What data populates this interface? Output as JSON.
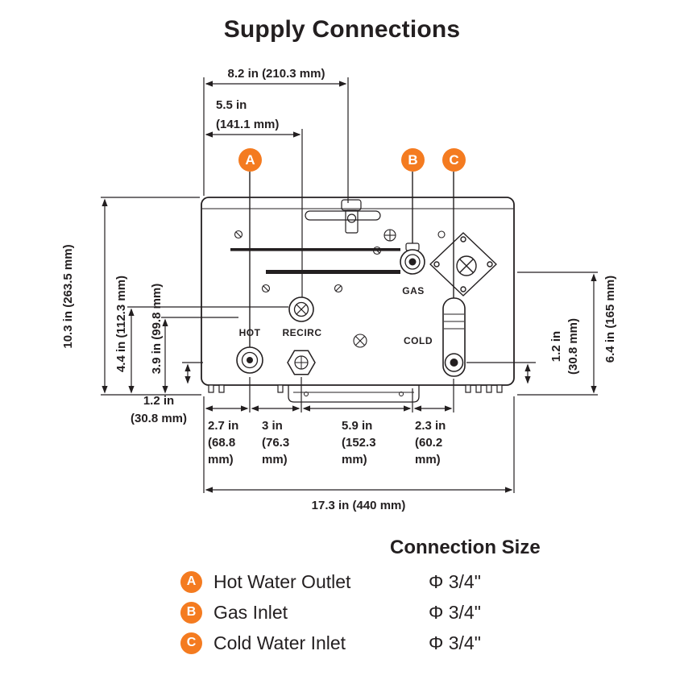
{
  "title": "Supply Connections",
  "colors": {
    "accent": "#F47B20",
    "ink": "#231F20"
  },
  "dims": {
    "top_width": "8.2 in (210.3 mm)",
    "recirc_offset": "5.5 in\n(141.1 mm)",
    "total_height": "10.3 in (263.5 mm)",
    "recirc_height": "4.4 in (112.3 mm)",
    "hot_height": "3.9 in (99.8 mm)",
    "hot_bottom": "1.2 in\n(30.8 mm)",
    "gas_height": "6.4 in (165 mm)",
    "cold_bottom": "1.2 in\n(30.8 mm)",
    "edge_to_hot": "2.7 in\n(68.8\nmm)",
    "hot_to_recirc": "3 in\n(76.3\nmm)",
    "recirc_to_gas": "5.9 in\n(152.3\nmm)",
    "gas_to_cold": "2.3 in\n(60.2\nmm)",
    "total_width": "17.3 in (440 mm)"
  },
  "ports": {
    "hot": "HOT",
    "recirc": "RECIRC",
    "gas": "GAS",
    "cold": "COLD"
  },
  "badges": {
    "a": "A",
    "b": "B",
    "c": "C"
  },
  "legend": {
    "header": "Connection Size",
    "rows": [
      {
        "badge": "A",
        "name": "Hot Water Outlet",
        "size": "Φ 3/4\""
      },
      {
        "badge": "B",
        "name": "Gas Inlet",
        "size": "Φ 3/4\""
      },
      {
        "badge": "C",
        "name": "Cold Water Inlet",
        "size": "Φ 3/4\""
      }
    ]
  }
}
